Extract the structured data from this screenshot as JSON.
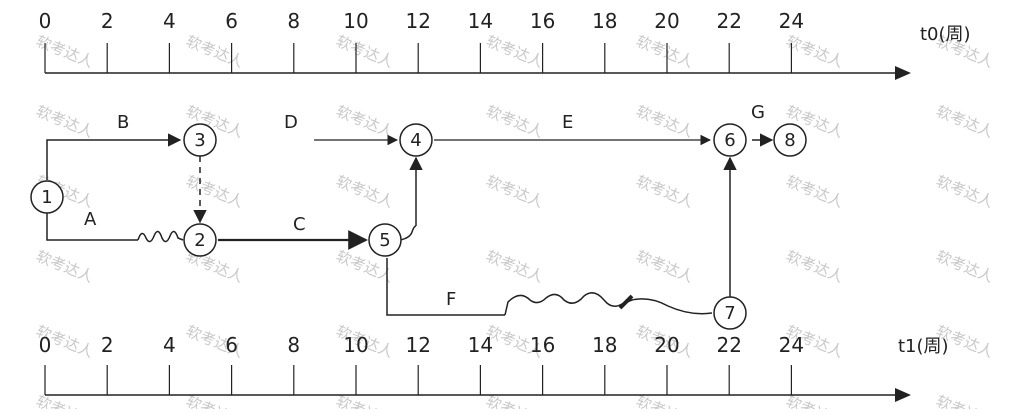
{
  "diagram": {
    "type": "time-scaled network (double-code timeline)",
    "axes": {
      "top": {
        "title": "t0(周)",
        "ticks": [
          "0",
          "2",
          "4",
          "6",
          "8",
          "10",
          "12",
          "14",
          "16",
          "18",
          "20",
          "22",
          "24"
        ]
      },
      "bottom": {
        "title": "t1(周)",
        "ticks": [
          "0",
          "2",
          "4",
          "6",
          "8",
          "10",
          "12",
          "14",
          "16",
          "18",
          "20",
          "22",
          "24"
        ]
      }
    },
    "nodes": [
      {
        "id": "n1",
        "label": "1",
        "time": 0,
        "row": "mid"
      },
      {
        "id": "n3",
        "label": "3",
        "time": 5,
        "row": "top"
      },
      {
        "id": "n2",
        "label": "2",
        "time": 5,
        "row": "lower"
      },
      {
        "id": "n4",
        "label": "4",
        "time": 12,
        "row": "top"
      },
      {
        "id": "n5",
        "label": "5",
        "time": 11,
        "row": "lower"
      },
      {
        "id": "n6",
        "label": "6",
        "time": 22,
        "row": "top"
      },
      {
        "id": "n8",
        "label": "8",
        "time": 24,
        "row": "top"
      },
      {
        "id": "n7",
        "label": "7",
        "time": 22,
        "row": "bottom"
      }
    ],
    "activities": [
      {
        "label": "B",
        "from": "1",
        "to": "3",
        "kind": "solid"
      },
      {
        "label": "A",
        "from": "1",
        "to": "2",
        "kind": "solid",
        "float": "wavy"
      },
      {
        "label": "",
        "from": "3",
        "to": "2",
        "kind": "dummy"
      },
      {
        "label": "D",
        "from": "",
        "to": "4",
        "kind": "solid"
      },
      {
        "label": "C",
        "from": "2",
        "to": "5",
        "kind": "solid"
      },
      {
        "label": "",
        "from": "5",
        "to": "4",
        "kind": "dummy"
      },
      {
        "label": "E",
        "from": "4",
        "to": "6",
        "kind": "solid"
      },
      {
        "label": "G",
        "from": "6",
        "to": "8",
        "kind": "solid"
      },
      {
        "label": "F",
        "from": "5",
        "to": "7",
        "kind": "solid",
        "float": "wavy"
      },
      {
        "label": "",
        "from": "7",
        "to": "6",
        "kind": "dummy"
      }
    ],
    "watermark": "软考达人",
    "colors": {
      "line": "#222222",
      "watermark": "#c9c9c9"
    }
  }
}
